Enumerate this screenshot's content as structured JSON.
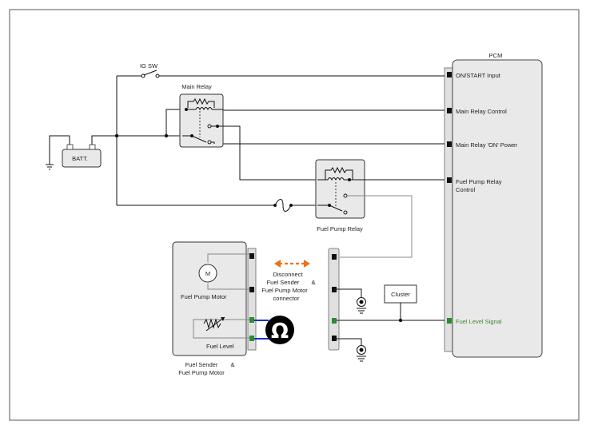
{
  "pcm": {
    "title": "PCM",
    "pins": {
      "on_start": "ON/START Input",
      "main_relay_control": "Main Relay Control",
      "main_relay_on_power": "Main Relay 'ON' Power",
      "fuel_pump_relay_control_1": "Fuel Pump Relay",
      "fuel_pump_relay_control_2": "Control",
      "fuel_level_signal": "Fuel Level Signal"
    }
  },
  "ig_sw": "IG SW",
  "main_relay": "Main Relay",
  "fuel_pump_relay": "Fuel Pump Relay",
  "battery": "BATT.",
  "cluster": "Cluster",
  "motor_symbol": "M",
  "ohm_symbol": "Ω",
  "sender_unit": {
    "fuel_pump_motor": "Fuel Pump Motor",
    "fuel_level": "Fuel Level",
    "caption_1": "Fuel Sender",
    "caption_amp": "&",
    "caption_2": "Fuel Pump Motor"
  },
  "instruction": {
    "line1": "Disconnect",
    "line2": "Fuel Sender",
    "amp": "&",
    "line3": "Fuel Pump Motor",
    "line4": "connector"
  },
  "colors": {
    "arrow": "#e8731c",
    "meter_wire": "#1a2fd0",
    "signal_pin": "#2e8b2e",
    "component_fill": "#e9e9e9"
  }
}
